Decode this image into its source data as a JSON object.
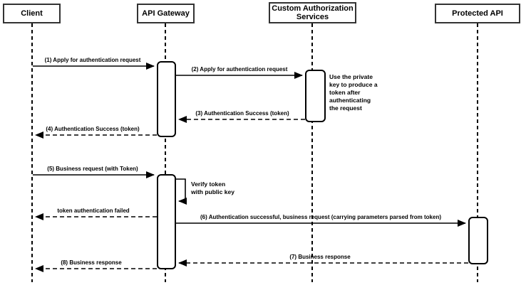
{
  "participants": [
    {
      "label": "Client"
    },
    {
      "label": "API Gateway"
    },
    {
      "label": "Custom Authorization Services"
    },
    {
      "label": "Protected API"
    }
  ],
  "messages": [
    {
      "label": "(1) Apply for authentication request",
      "from": "Client",
      "to": "API Gateway",
      "line": "solid"
    },
    {
      "label": "(2) Apply for authentication request",
      "from": "API Gateway",
      "to": "Custom Authorization Services",
      "line": "solid"
    },
    {
      "label": "(3) Authentication Success (token)",
      "from": "Custom Authorization Services",
      "to": "API Gateway",
      "line": "dashed"
    },
    {
      "label": "(4) Authentication Success (token)",
      "from": "API Gateway",
      "to": "Client",
      "line": "dashed"
    },
    {
      "label": "(5) Business request (with Token)",
      "from": "Client",
      "to": "API Gateway",
      "line": "solid"
    },
    {
      "label": "token authentication failed",
      "from": "API Gateway",
      "to": "Client",
      "line": "dashed"
    },
    {
      "label": "(6) Authentication successful, business request (carrying parameters parsed from token)",
      "from": "API Gateway",
      "to": "Protected API",
      "line": "solid"
    },
    {
      "label": "(7) Business response",
      "from": "Protected API",
      "to": "API Gateway",
      "line": "dashed"
    },
    {
      "label": "(8) Business response",
      "from": "API Gateway",
      "to": "Client",
      "line": "dashed"
    }
  ],
  "notes": [
    {
      "text": "Use the private\nkey to produce a\ntoken after\nauthenticating\nthe request",
      "attached_to": "Custom Authorization Services"
    },
    {
      "text": "Verify token\nwith public key",
      "attached_to": "API Gateway",
      "kind": "self-message"
    }
  ],
  "colors": {
    "line": "#000000",
    "box_border": "#333333",
    "fill": "#ffffff",
    "text": "#000000"
  }
}
